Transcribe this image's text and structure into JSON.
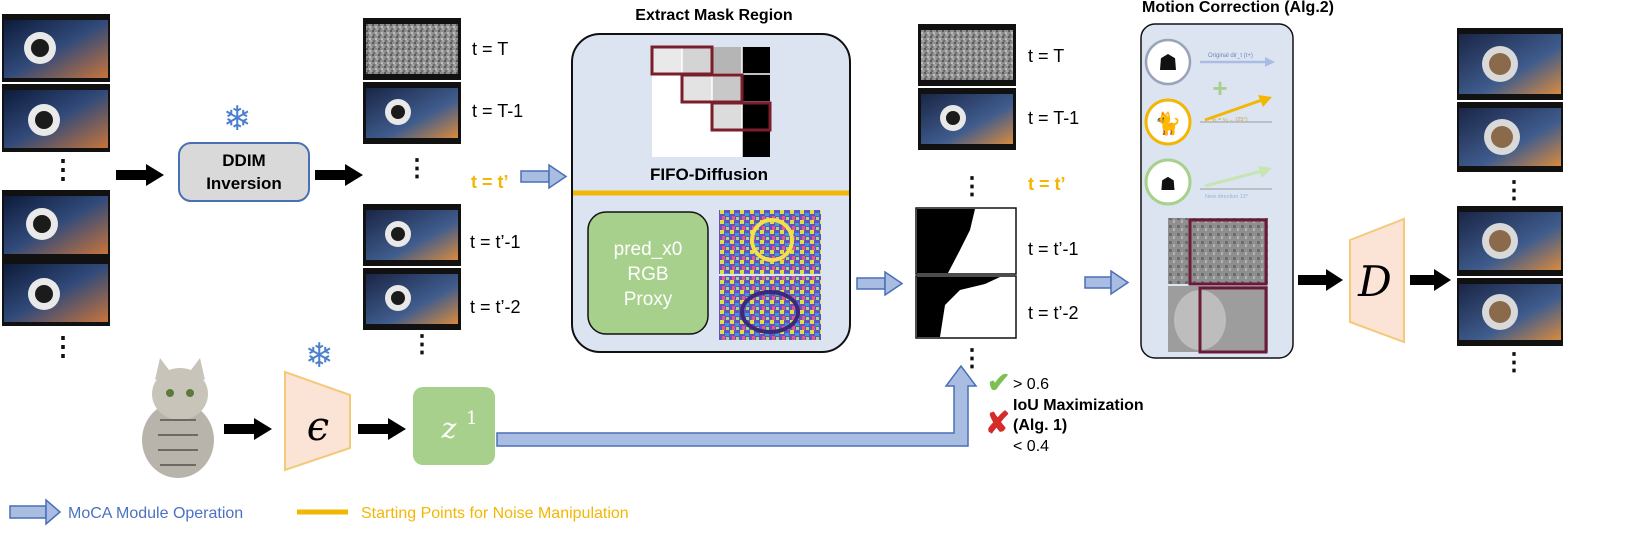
{
  "titles": {
    "extract_mask": "Extract Mask Region",
    "motion_correction": "Motion Correction (Alg.2)"
  },
  "ddim": {
    "line1": "DDIM",
    "line2": "Inversion"
  },
  "timesteps_left": {
    "t_T": "t = T",
    "t_T1": "t = T-1",
    "t_prime": "t = t’",
    "t_p1": "t = t’-1",
    "t_p2": "t = t’-2"
  },
  "timesteps_right": {
    "t_T": "t = T",
    "t_T1": "t = T-1",
    "t_prime": "t = t’",
    "t_p1": "t = t’-1",
    "t_p2": "t = t’-2"
  },
  "fifo": {
    "label": "FIFO-Diffusion"
  },
  "proxy": {
    "line1": "pred_x0",
    "line2": "RGB",
    "line3": "Proxy"
  },
  "encoder": {
    "symbol": "ϵ"
  },
  "latent": {
    "symbol": "z",
    "superscript": "1"
  },
  "decoder": {
    "symbol": "D"
  },
  "iou": {
    "gt": "> 0.6",
    "title_line1": "IoU  Maximization",
    "title_line2": "(Alg. 1)",
    "lt": "< 0.4"
  },
  "motion_panel": {
    "row1_text": "Original  dir_t (t+)",
    "row2_text": "v₁ = v₀ ... (25°)",
    "row3_text": "New direction  12°"
  },
  "legend": {
    "module_op": "MoCA Module Operation",
    "start_points": "Starting Points for Noise Manipulation"
  },
  "colors": {
    "panel_blue": "#dce4f2",
    "arrow_blue": "#a9bde3",
    "arrow_blue_stroke": "#4a6fb5",
    "gold": "#f2b705",
    "green": "#a8d08d",
    "encoder_fill": "#fbe4d5",
    "encoder_stroke": "#f4c97a",
    "ddim_fill": "#d9d9d9",
    "legend_blue": "#4a72c2",
    "legend_gold": "#f2b705",
    "maroon": "#7b1e2b"
  }
}
